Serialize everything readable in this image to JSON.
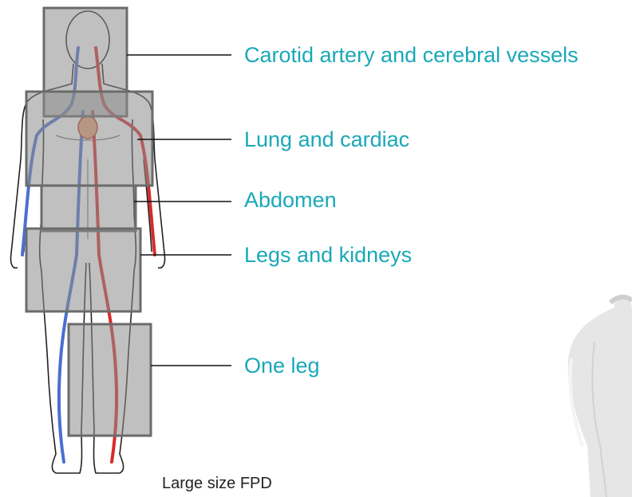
{
  "colors": {
    "label": "#1aa8b8",
    "leader_line": "#111111",
    "panel_fill": "#8c8c8c",
    "panel_border": "#6b6b6b",
    "vein": "#4a6fd0",
    "artery": "#d82a2a"
  },
  "regions": [
    {
      "label": "Carotid artery and cerebral vessels"
    },
    {
      "label": "Lung and cardiac"
    },
    {
      "label": "Abdomen"
    },
    {
      "label": "Legs and kidneys"
    },
    {
      "label": "One leg"
    }
  ],
  "caption": "Large size FPD"
}
